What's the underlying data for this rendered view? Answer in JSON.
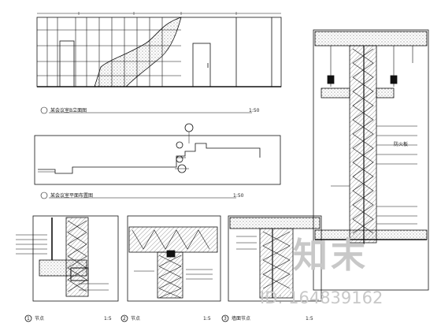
{
  "drawing": {
    "elevation": {
      "title": "某会议室B立面图",
      "scale": "1:50"
    },
    "plan": {
      "title": "某会议室平面布置图",
      "scale": "1:50"
    },
    "detail_1": {
      "number": "1",
      "title": "节点",
      "scale": "1:5"
    },
    "detail_2": {
      "number": "2",
      "title": "节点",
      "scale": "1:5"
    },
    "detail_3": {
      "number": "3",
      "title": "墙面节点",
      "scale": "1:5"
    },
    "section": {
      "note_text": "防火板"
    }
  },
  "watermark": {
    "logo_text": "知末",
    "id_text": "ID: 164839162"
  },
  "colors": {
    "line": "#111111",
    "hatch": "#333333",
    "watermark": "#c8c8c8"
  }
}
